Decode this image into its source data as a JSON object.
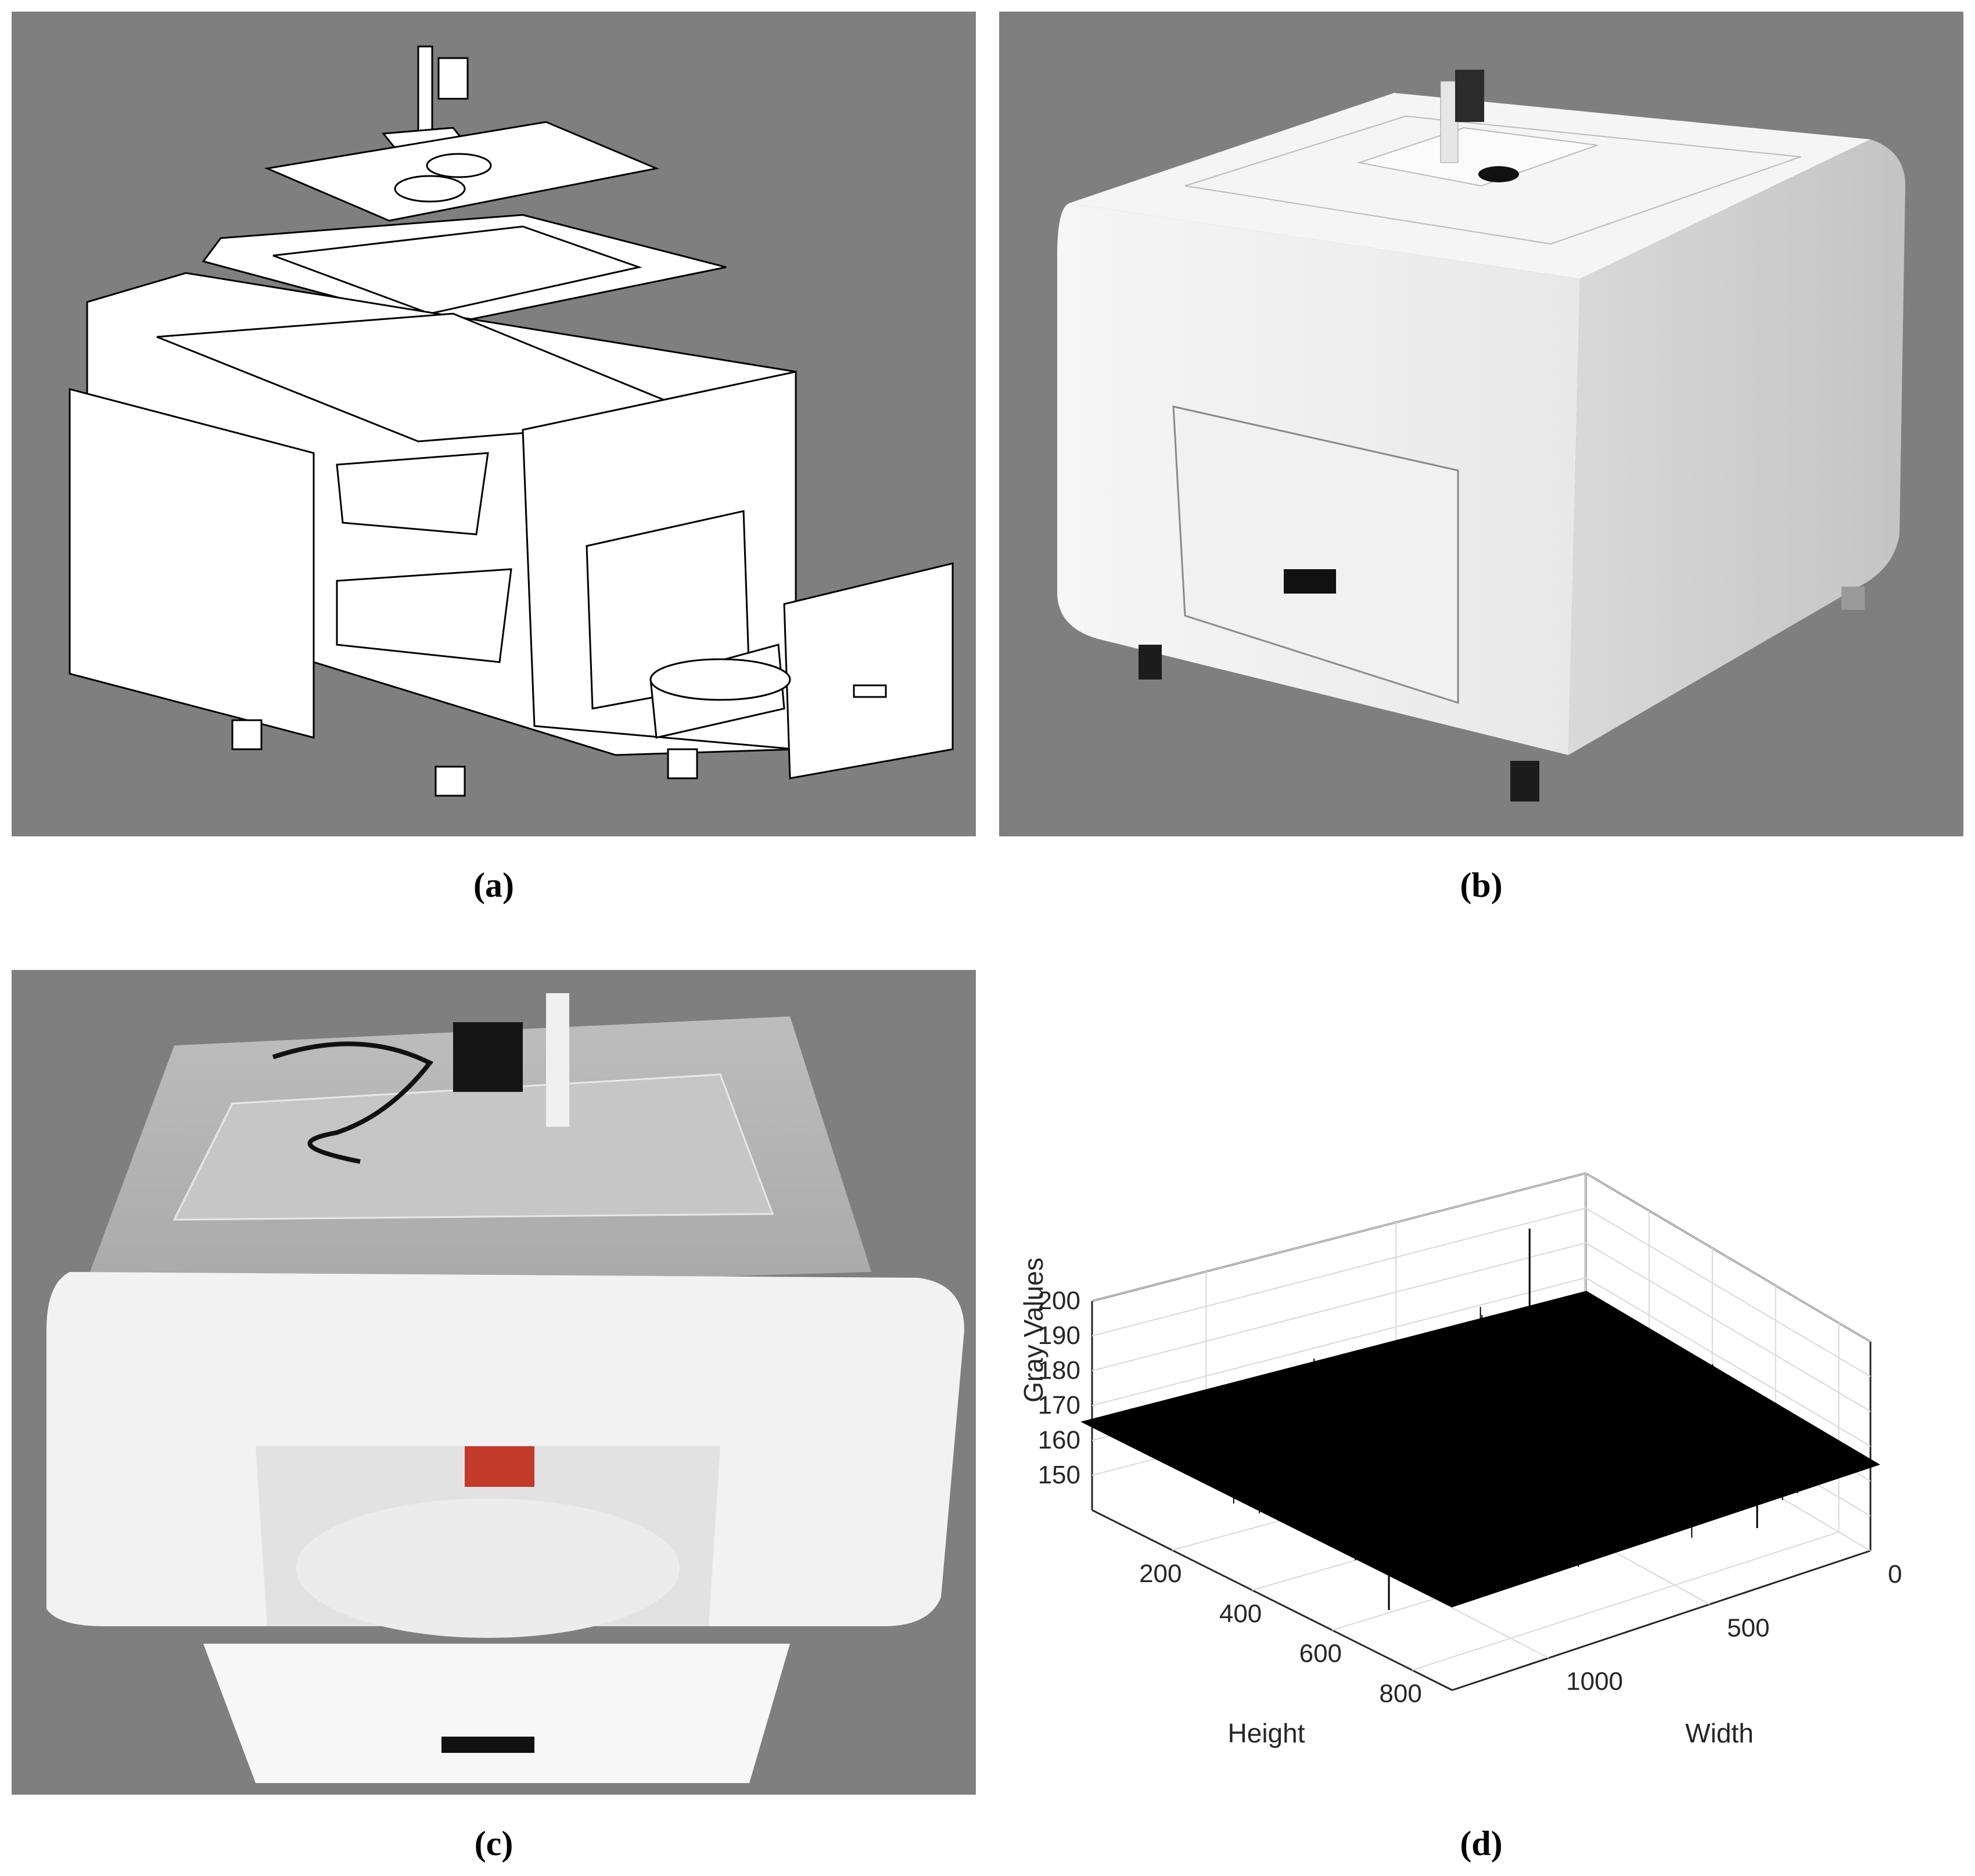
{
  "figure": {
    "panels": [
      {
        "id": "a",
        "caption": "(a)"
      },
      {
        "id": "b",
        "caption": "(b)"
      },
      {
        "id": "c",
        "caption": "(c)"
      },
      {
        "id": "d",
        "caption": "(d)"
      }
    ]
  },
  "colors": {
    "panel_background": "#7f7f7f",
    "cabinet_white": "#f4f4f4",
    "surface_color": "#000000"
  },
  "chart_data": {
    "type": "surface",
    "title": "",
    "zlabel": "Gray Values",
    "xlabel": "Height",
    "ylabel": "Width",
    "z_ticks": [
      150,
      160,
      170,
      180,
      190,
      200
    ],
    "x_ticks": [
      200,
      400,
      600,
      800
    ],
    "y_ticks": [
      0,
      500,
      1000
    ],
    "zlim": [
      140,
      200
    ],
    "xlim": [
      0,
      900
    ],
    "ylim": [
      0,
      1300
    ],
    "surface_mean_gray_value": 165,
    "noise_range": [
      150,
      193
    ],
    "grid": true
  }
}
